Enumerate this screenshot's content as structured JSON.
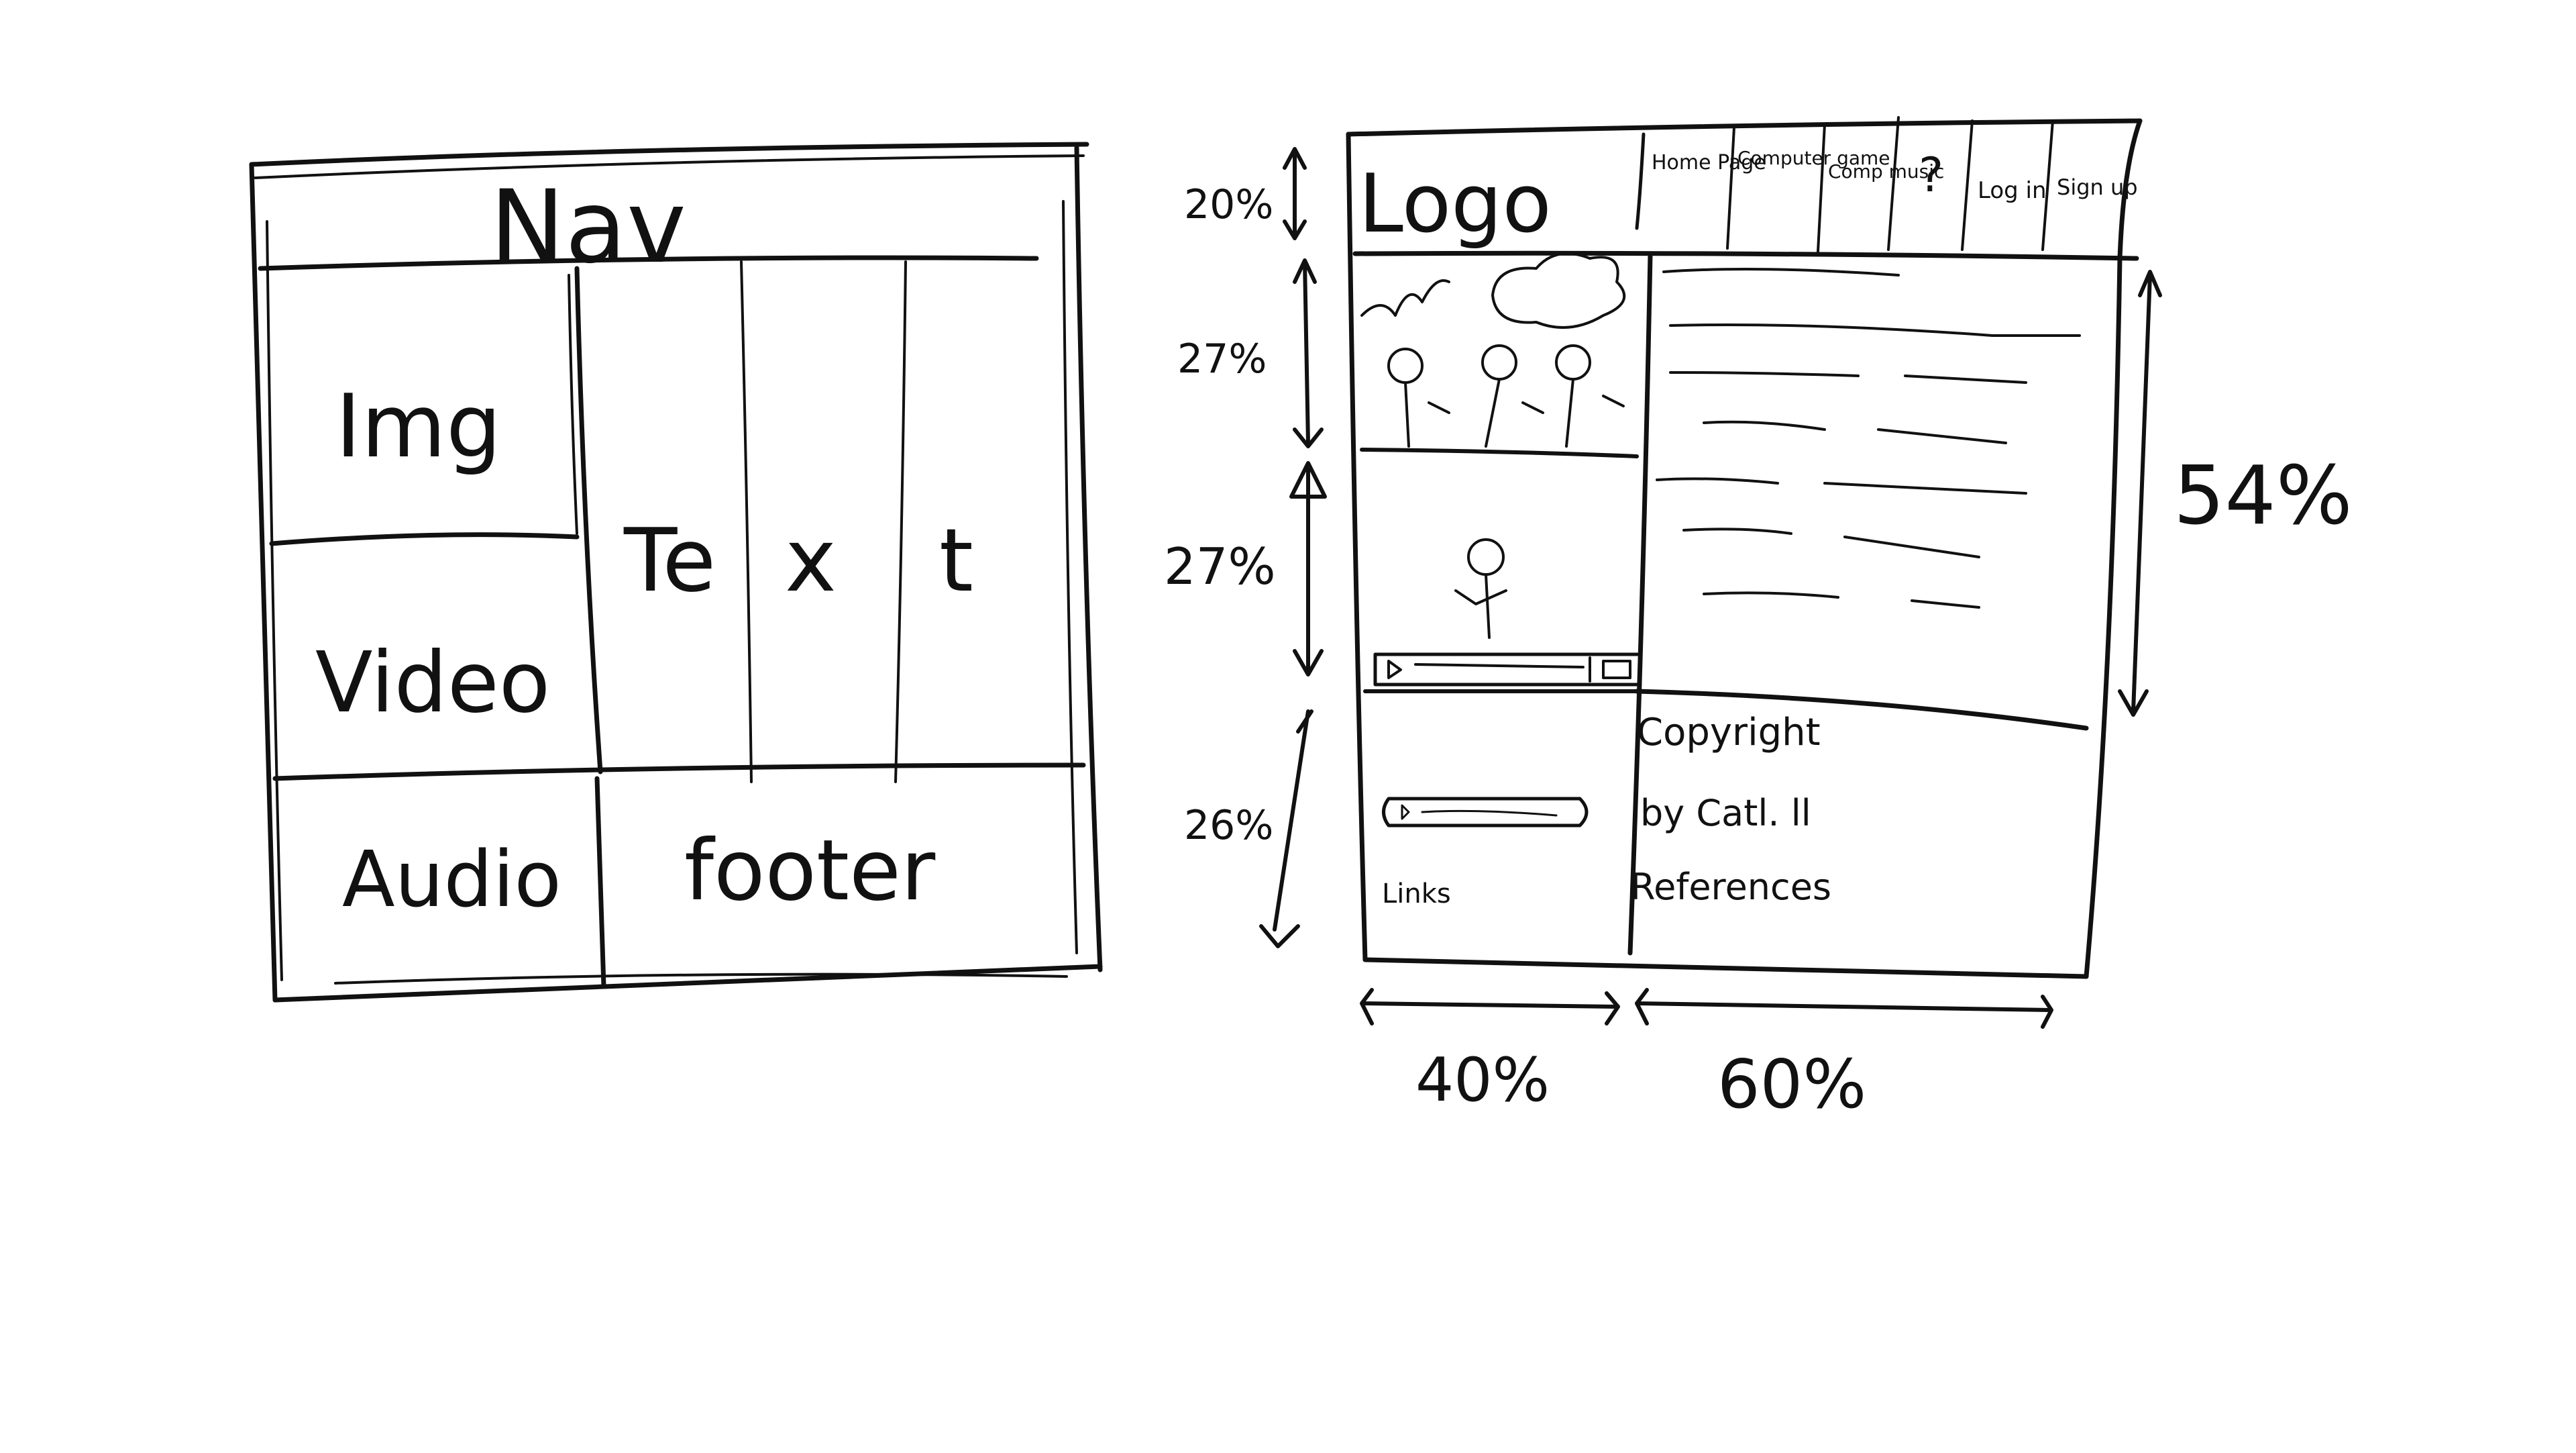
{
  "left_wireframe": {
    "nav": "Nav",
    "img": "Img",
    "text": [
      "Te",
      "x",
      "t"
    ],
    "video": "Video",
    "audio": "Audio",
    "footer": "footer"
  },
  "right_wireframe": {
    "logo": "Logo",
    "nav_items": [
      "Home Page",
      "Computer game",
      "Comp music",
      "?",
      "Log in",
      "Sign up"
    ],
    "copyright": "Copyright",
    "by_line": "by Catl. ll",
    "references": "References",
    "links": "Links",
    "height_labels": [
      "20%",
      "27%",
      "27%",
      "26%"
    ],
    "right_height_label": "54%",
    "width_labels": [
      "40%",
      "60%"
    ]
  }
}
